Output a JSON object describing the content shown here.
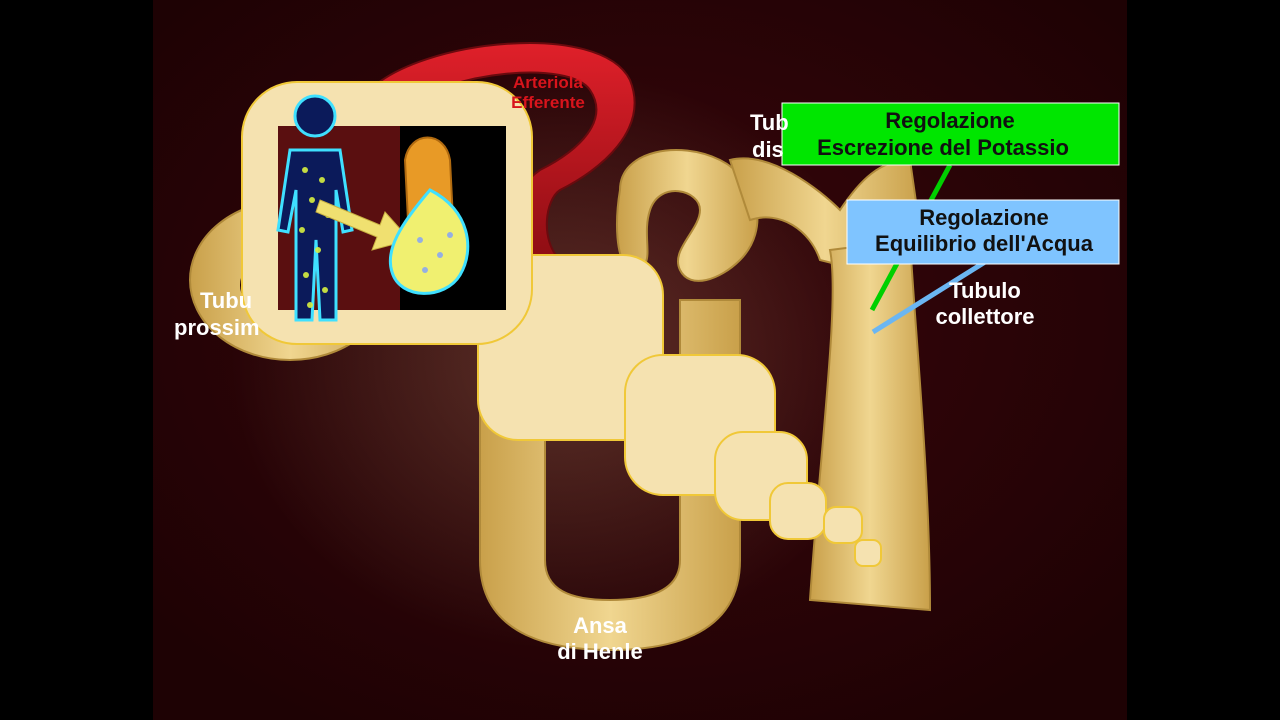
{
  "labels": {
    "arteriola_line1": "Arteriola",
    "arteriola_line2": "Efferente",
    "tubulo_distale_line1": "Tub",
    "tubulo_distale_line2": "dis",
    "tubulo_prossimale_line1": "Tubu",
    "tubulo_prossimale_line2": "prossim",
    "tubulo_collettore_line1": "Tubulo",
    "tubulo_collettore_line2": "collettore",
    "ansa_line1": "Ansa",
    "ansa_line2": "di Henle"
  },
  "callouts": {
    "potassio": {
      "line1": "Regolazione",
      "line2": "Escrezione del Potassio",
      "fill": "#00e600",
      "line_color": "#00d000"
    },
    "acqua": {
      "line1": "Regolazione",
      "line2": "Equilibrio dell'Acqua",
      "fill": "#7fc4ff",
      "line_color": "#6bb6f2"
    }
  },
  "colors": {
    "background": "#2a0306",
    "tubule": "#e6c77a",
    "bubble": "#f5e2b0",
    "artery": "#c0141c",
    "inset_bg": "#000000",
    "body_outline": "#3fe0ff"
  }
}
